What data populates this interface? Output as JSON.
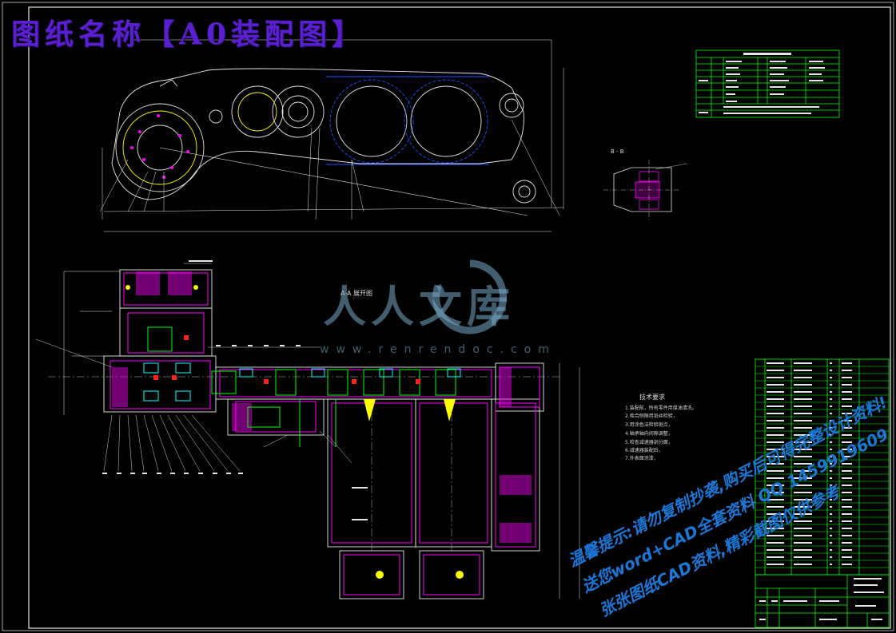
{
  "drawing": {
    "title": "图纸名称【A0装配图】",
    "section_label": "B - B",
    "view_label": "A-A 展开图",
    "tech_requirements_title": "技术要求",
    "tech_lines": [
      "1.装配前，所有零件用煤油清洗。",
      "2.啮合侧隙用铅丝检验，",
      "3.用涂色法检验斑点，",
      "4.轴承轴向间隙调整，",
      "5.检查减速器剖分面，",
      "6.减速器装配后，",
      "7.外表面涂漆，"
    ]
  },
  "watermark": {
    "logo_text": "人人文库",
    "url": "www.renrendoc.com"
  },
  "promo": {
    "line1": "温馨提示:请勿复制抄袭,购买后可得完整设计资料!",
    "line2": "送您word+CAD全套资料 QQ 1459919609",
    "line3": "张张图纸CAD资料,精彩截图仅供参考"
  },
  "colors": {
    "background": "#000000",
    "title": "#5a1fd0",
    "line_white": "#e6e6e6",
    "magenta": "#ff00ff",
    "green": "#00ff00",
    "yellow": "#ffff00",
    "cyan": "#00ffff",
    "blue": "#1e50ff",
    "red": "#ff2020",
    "promo_blue": "#1b78d8"
  }
}
